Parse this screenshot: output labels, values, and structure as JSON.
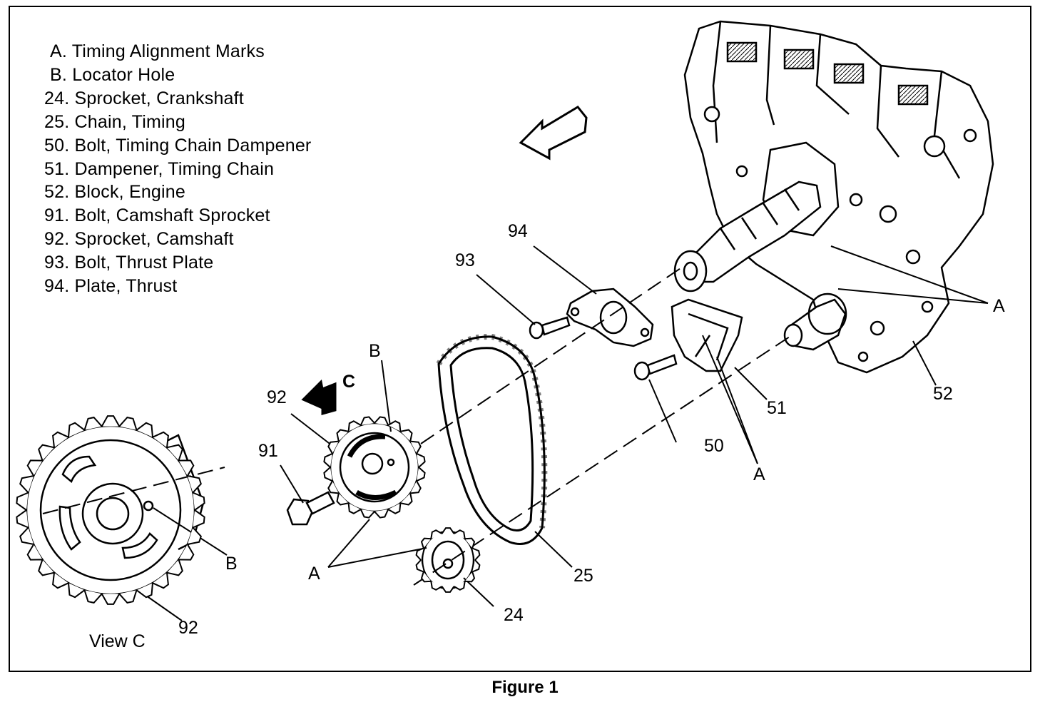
{
  "legend": [
    {
      "key": "A.",
      "text": "Timing Alignment Marks"
    },
    {
      "key": "B.",
      "text": "Locator Hole"
    },
    {
      "key": "24.",
      "text": "Sprocket, Crankshaft"
    },
    {
      "key": "25.",
      "text": "Chain, Timing"
    },
    {
      "key": "50.",
      "text": "Bolt, Timing Chain Dampener"
    },
    {
      "key": "51.",
      "text": "Dampener, Timing Chain"
    },
    {
      "key": "52.",
      "text": "Block, Engine"
    },
    {
      "key": "91.",
      "text": "Bolt, Camshaft Sprocket"
    },
    {
      "key": "92.",
      "text": "Sprocket, Camshaft"
    },
    {
      "key": "93.",
      "text": "Bolt, Thrust Plate"
    },
    {
      "key": "94.",
      "text": "Plate, Thrust"
    }
  ],
  "callouts": {
    "c94": "94",
    "c93": "93",
    "cB_cam": "B",
    "cC": "C",
    "c92": "92",
    "c91": "91",
    "cA_lower_left": "A",
    "c24": "24",
    "c25": "25",
    "c50": "50",
    "c51": "51",
    "cA_bottom": "A",
    "c52": "52",
    "cA_right": "A",
    "cB_view": "B",
    "c92_view": "92",
    "view_label": "View C"
  },
  "caption": "Figure 1",
  "colors": {
    "ink": "#000000",
    "paper": "#ffffff"
  }
}
